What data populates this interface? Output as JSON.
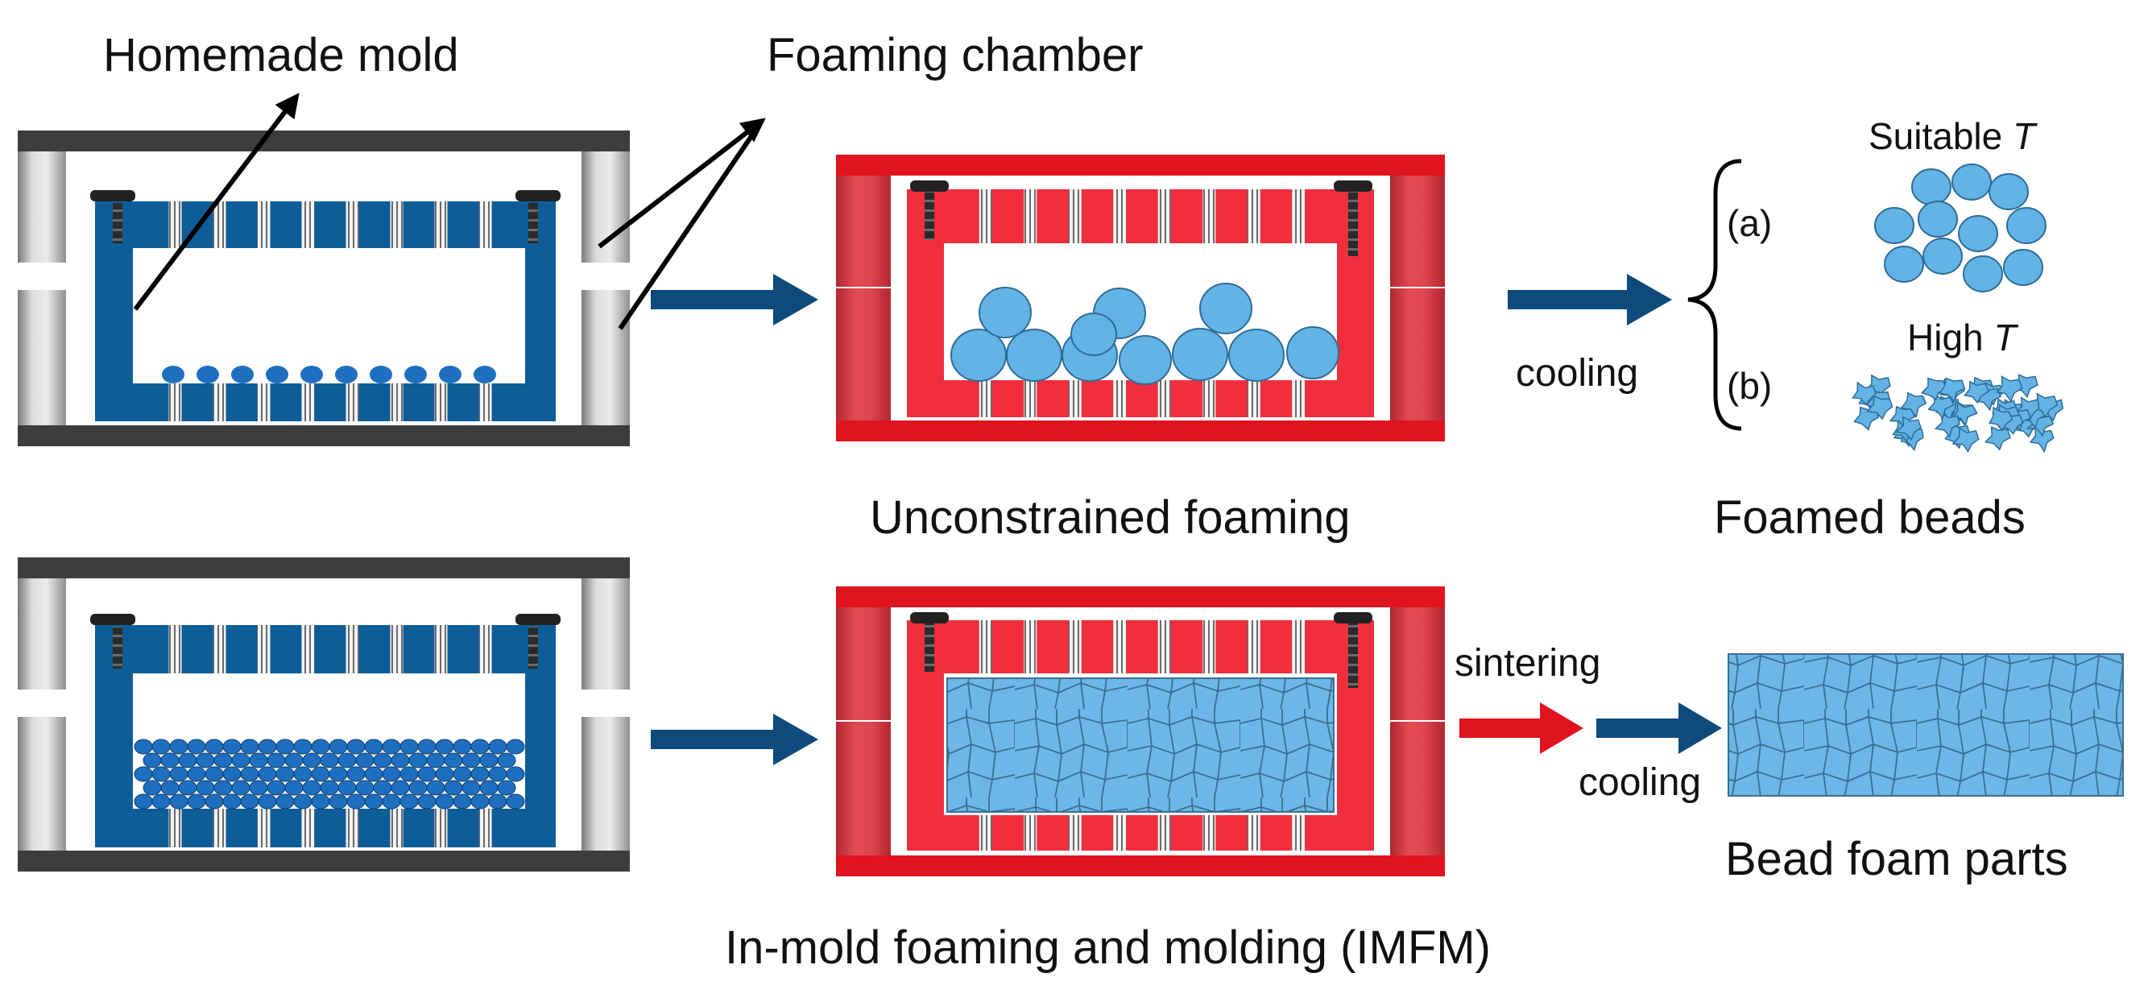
{
  "labels": {
    "homemade_mold": "Homemade mold",
    "foaming_chamber": "Foaming chamber",
    "unconstrained_foaming": "Unconstrained foaming",
    "foamed_beads": "Foamed beads",
    "suitable": "Suitable",
    "high": "High",
    "t_symbol": "T",
    "option_a": "(a)",
    "option_b": "(b)",
    "cooling_top": "cooling",
    "sintering": "sintering",
    "cooling_bottom": "cooling",
    "bead_foam_parts": "Bead foam parts",
    "imfm": "In-mold foaming and molding (IMFM)"
  },
  "colors": {
    "mold_blue": "#0e5d98",
    "chamber_red": "#f02e3e",
    "bead_blue": "#63b3e6",
    "arrow_blue": "#0e4a7c",
    "arrow_red": "#e0141e",
    "plate_dark": "#3d3d3d"
  }
}
